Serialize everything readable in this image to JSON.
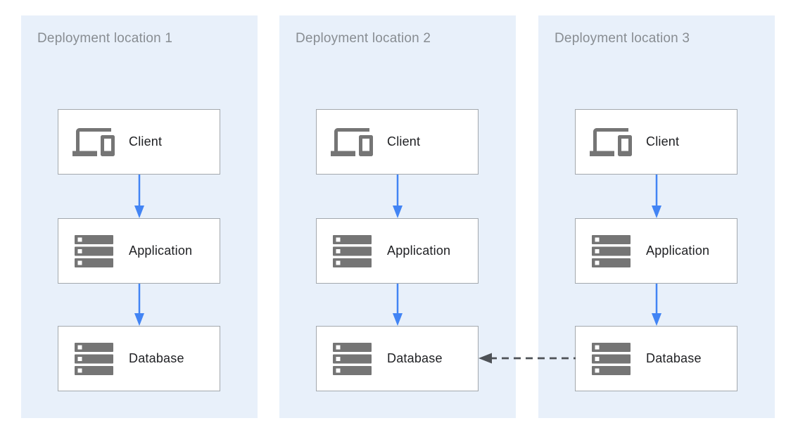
{
  "panels": [
    {
      "title": "Deployment location 1",
      "nodes": [
        {
          "label": "Client",
          "icon": "devices-icon"
        },
        {
          "label": "Application",
          "icon": "storage-icon"
        },
        {
          "label": "Database",
          "icon": "storage-icon"
        }
      ]
    },
    {
      "title": "Deployment location 2",
      "nodes": [
        {
          "label": "Client",
          "icon": "devices-icon"
        },
        {
          "label": "Application",
          "icon": "storage-icon"
        },
        {
          "label": "Database",
          "icon": "storage-icon"
        }
      ]
    },
    {
      "title": "Deployment location 3",
      "nodes": [
        {
          "label": "Client",
          "icon": "devices-icon"
        },
        {
          "label": "Application",
          "icon": "storage-icon"
        },
        {
          "label": "Database",
          "icon": "storage-icon"
        }
      ]
    }
  ],
  "arrows": {
    "within_panel": [
      "Client to Application",
      "Application to Database"
    ],
    "cross_panel": "Database (location 3) to Database (location 2), dashed"
  },
  "colors": {
    "panel_bg": "#e8f0fa",
    "box_bg": "#ffffff",
    "box_border": "#a3a8ad",
    "flow_arrow_blue": "#4284f4",
    "replication_arrow_gray": "#4d5156",
    "icon_gray": "#757575",
    "panel_title_text": "#888d92",
    "node_label_text": "#202124"
  }
}
